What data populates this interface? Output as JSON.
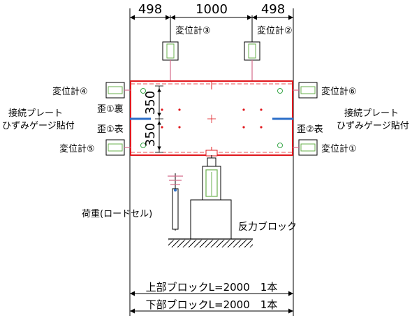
{
  "dimensions": {
    "top_left": "498",
    "top_center": "1000",
    "top_right": "498",
    "vertical_upper": "350",
    "vertical_lower": "350"
  },
  "gauges": {
    "g1": "変位計①",
    "g2": "変位計②",
    "g3": "変位計③",
    "g4": "変位計④",
    "g5": "変位計⑤",
    "g6": "変位計⑥"
  },
  "strain": {
    "s1_back": "歪①裏",
    "s1_front": "歪①表",
    "s2_front": "歪②表"
  },
  "plate_left": {
    "line1": "接続プレート",
    "line2": "ひずみゲージ貼付"
  },
  "plate_right": {
    "line1": "接続プレート",
    "line2": "ひずみゲージ貼付"
  },
  "load_label": "荷重(ロードセル)",
  "reaction_block_label": "反力ブロック",
  "bottom": {
    "upper_block": "上部ブロックL=2000　1本",
    "lower_block": "下部ブロックL=2000　1本"
  },
  "colors": {
    "frame": "#e0181e",
    "marker": "#e0181e",
    "hole": "#3aa84a",
    "gauge_body": "#6ab04c",
    "plate": "#2c6fc9",
    "line": "#000000"
  }
}
